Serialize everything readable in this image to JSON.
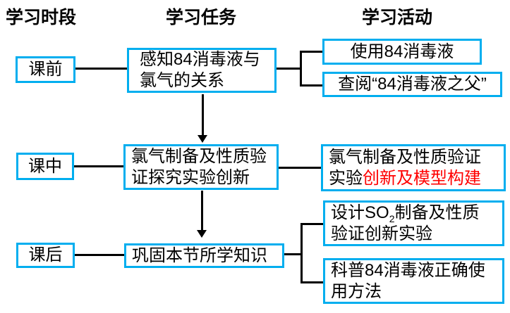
{
  "headers": {
    "stage": "学习时段",
    "task": "学习任务",
    "activity": "学习活动"
  },
  "stages": {
    "before": "课前",
    "during": "课中",
    "after": "课后"
  },
  "tasks": {
    "before": {
      "line1": "感知84消毒液与",
      "line2": "氯气的关系"
    },
    "during": {
      "line1": "氯气制备及性质验",
      "line2": "证探究实验创新"
    },
    "after": {
      "line1": "巩固本节所学知识"
    }
  },
  "activities": {
    "use84": "使用84消毒液",
    "lookup84": "查阅“84消毒液之父”",
    "chlorine_model": {
      "line1": "氯气制备及性质验证",
      "line2_black": "实验",
      "line2_red": "创新及模型构建"
    },
    "so2_design": {
      "line1_pre": "设计SO",
      "line1_sub": "2",
      "line1_post": "制备及性质",
      "line2": "验证创新实验"
    },
    "popularize84": {
      "line1": "科普84消毒液正确使",
      "line2": "用方法"
    }
  },
  "colors": {
    "box_border": "#00AEEF",
    "connector": "#000000",
    "highlight_red": "#FF0000",
    "text": "#000000"
  }
}
